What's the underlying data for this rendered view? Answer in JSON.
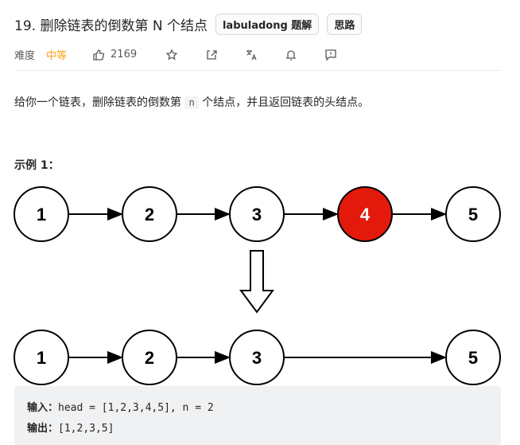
{
  "problem": {
    "title": "19. 删除链表的倒数第 N 个结点",
    "tags": [
      "labuladong 题解",
      "思路"
    ]
  },
  "meta": {
    "difficulty_label": "难度",
    "difficulty": "中等",
    "likes": "2169",
    "difficulty_color": "#ffa116"
  },
  "description": {
    "before": "给你一个链表，删除链表的倒数第 ",
    "code": "n",
    "after": " 个结点，并且返回链表的头结点。"
  },
  "example": {
    "title": "示例 1：",
    "input_label": "输入：",
    "input": "head = [1,2,3,4,5], n = 2",
    "output_label": "输出：",
    "output": "[1,2,3,5]"
  },
  "diagram": {
    "before": [
      "1",
      "2",
      "3",
      "4",
      "5"
    ],
    "removed_index": 3,
    "after": [
      "1",
      "2",
      "3",
      "5"
    ],
    "highlight_color": "#e31a0b"
  }
}
